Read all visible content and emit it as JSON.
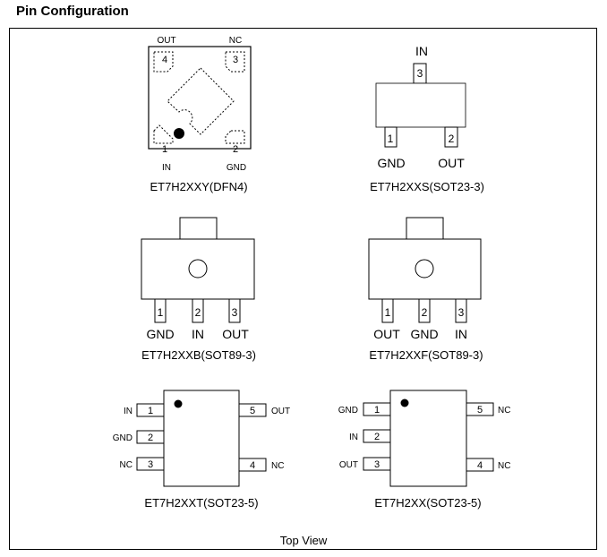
{
  "title": "Pin Configuration",
  "footer": "Top View",
  "dfn4": {
    "caption": "ET7H2XXY(DFN4)",
    "pins": [
      {
        "num": "4",
        "name": "OUT"
      },
      {
        "num": "3",
        "name": "NC"
      },
      {
        "num": "1",
        "name": "IN"
      },
      {
        "num": "2",
        "name": "GND"
      }
    ]
  },
  "sot23_3": {
    "caption": "ET7H2XXS(SOT23-3)",
    "top_pin": {
      "num": "3",
      "name": "IN"
    },
    "pins": [
      {
        "num": "1",
        "name": "GND"
      },
      {
        "num": "2",
        "name": "OUT"
      }
    ]
  },
  "sot89_b": {
    "caption": "ET7H2XXB(SOT89-3)",
    "pins": [
      {
        "num": "1",
        "name": "GND"
      },
      {
        "num": "2",
        "name": "IN"
      },
      {
        "num": "3",
        "name": "OUT"
      }
    ]
  },
  "sot89_f": {
    "caption": "ET7H2XXF(SOT89-3)",
    "pins": [
      {
        "num": "1",
        "name": "OUT"
      },
      {
        "num": "2",
        "name": "GND"
      },
      {
        "num": "3",
        "name": "IN"
      }
    ]
  },
  "sot23_5t": {
    "caption": "ET7H2XXT(SOT23-5)",
    "left_pins": [
      {
        "num": "1",
        "name": "IN"
      },
      {
        "num": "2",
        "name": "GND"
      },
      {
        "num": "3",
        "name": "NC"
      }
    ],
    "right_pins": [
      {
        "num": "5",
        "name": "OUT"
      },
      {
        "num": "4",
        "name": "NC"
      }
    ]
  },
  "sot23_5": {
    "caption": "ET7H2XX(SOT23-5)",
    "left_pins": [
      {
        "num": "1",
        "name": "GND"
      },
      {
        "num": "2",
        "name": "IN"
      },
      {
        "num": "3",
        "name": "OUT"
      }
    ],
    "right_pins": [
      {
        "num": "5",
        "name": "NC"
      },
      {
        "num": "4",
        "name": "NC"
      }
    ]
  }
}
